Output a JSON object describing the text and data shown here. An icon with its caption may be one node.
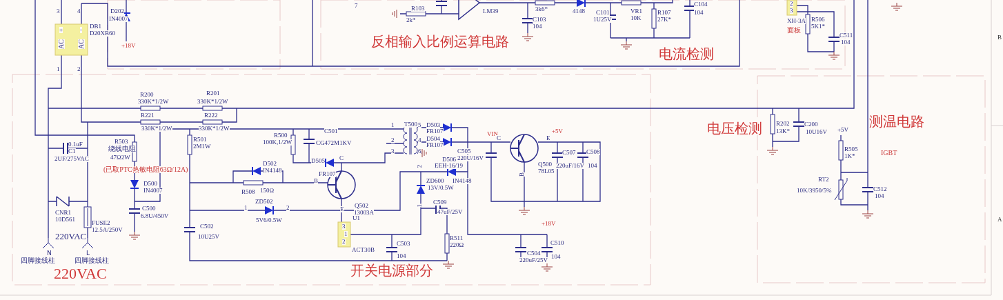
{
  "diagram": {
    "labels": [
      "3",
      "4",
      "D202",
      "IN4007",
      "DB1",
      "D20XB60",
      "+",
      "-",
      "AC",
      "AC",
      "+18V",
      "1",
      "2",
      "7",
      "R103",
      "2k*",
      "LM39",
      "C103",
      "104",
      "3k6*",
      "4148",
      "C101",
      "1U25V",
      "VR1",
      "10K",
      "R107",
      "27K*",
      "C104",
      "104",
      "反相输入比例运算电路",
      "电流检测",
      "2",
      "3",
      "XH-3A",
      "面板",
      "R506",
      "5K1*",
      "C511",
      "104",
      "B",
      "R200",
      "330K*1/2W",
      "R201",
      "330K*1/2W",
      "R221",
      "330K*1/2W",
      "R222",
      "330K*1/2W",
      "0.1uF",
      "C1",
      "2UF/275VAC",
      "R503",
      "绕线电阻",
      "47Ω2W",
      "(已取PTC热敏电阻63Ω/12A)",
      "R501",
      "2M1W",
      "R500",
      "100K,1/2W",
      "C501",
      "CG472M1KV",
      "D502",
      "IN4148",
      "D505",
      "FR107",
      "C",
      "B",
      "R508",
      "150Ω",
      "Q502",
      "13003A",
      "D500",
      "IN4007",
      "C500",
      "6.8U/450V",
      "ZD502",
      "1",
      "2",
      "5V6/0.5W",
      "E",
      "CNR1",
      "10D561",
      "FUSE2",
      "12.5A/250V",
      "220VAC",
      "C502",
      "10U25V",
      "U1",
      "3",
      "1",
      "2",
      "ACT30B",
      "N",
      "四脚接线柱",
      "L",
      "四脚接线柱",
      "220VAC",
      "C503",
      "104",
      "开关电源部分",
      "1",
      "T500",
      "5",
      "2",
      "4",
      "3",
      "6",
      "D503",
      "FR107",
      "D504",
      "FR107",
      "D506",
      "EEH-16/19",
      "C505",
      "220U/16V",
      "IN4148",
      "2",
      "ZD600",
      "13V/0.5W",
      "1",
      "C509",
      "47uF/25V",
      "R511",
      "220Ω",
      "VIN",
      "C",
      "+5V",
      "E",
      "Q500",
      "78L05",
      "C507",
      "220uF/16V",
      "C508",
      "104",
      "B",
      "+18V",
      "C510",
      "104",
      "C504",
      "220uF/25V",
      "电压检测",
      "R202",
      "13K*",
      "C200",
      "10U16V",
      "测温电路",
      "+5V",
      "R505",
      "1K*",
      "IGBT",
      "RT2",
      "10K/3950/5%",
      "C512",
      "104",
      "A"
    ]
  }
}
